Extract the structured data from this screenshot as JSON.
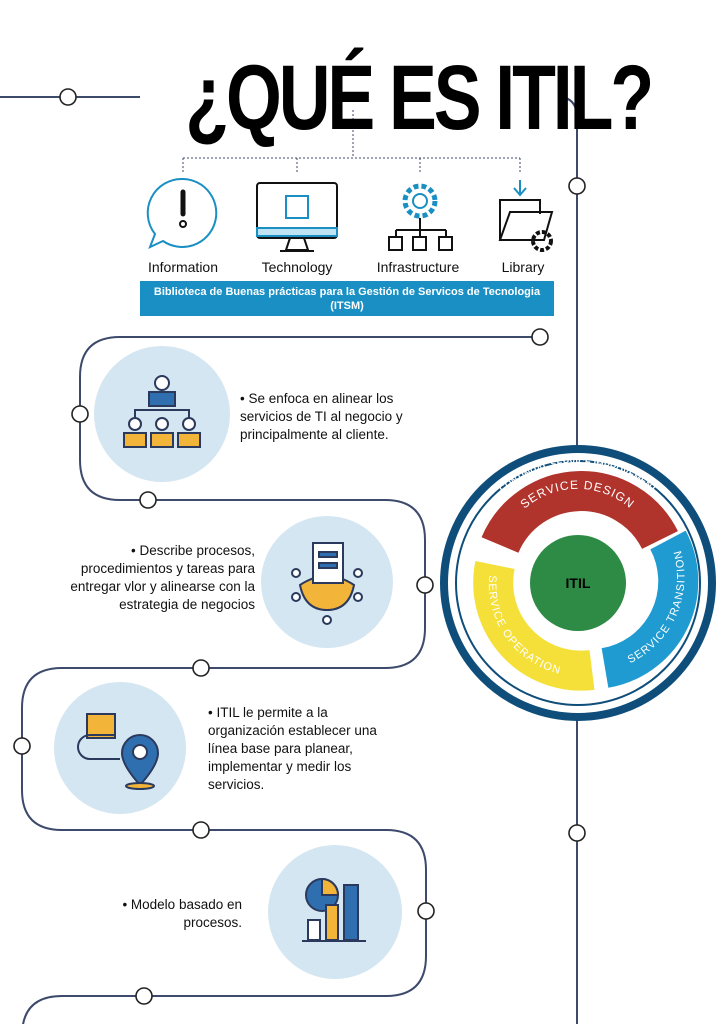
{
  "title": "¿QUÉ ES ITIL?",
  "pillars": [
    {
      "label": "Information",
      "icon": "info-bubble-icon"
    },
    {
      "label": "Technology",
      "icon": "monitor-chip-icon"
    },
    {
      "label": "Infrastructure",
      "icon": "gear-hierarchy-icon"
    },
    {
      "label": "Library",
      "icon": "folder-gear-icon"
    }
  ],
  "banner": "Biblioteca de Buenas prácticas para la Gestión de Servicos de Tecnologia (ITSM)",
  "points": [
    {
      "text": "• Se enfoca en alinear los servicios de TI al negocio y principalmente al cliente.",
      "icon": "org-chart-icon"
    },
    {
      "text": "• Describe procesos, procedimientos y tareas para entregar vlor y alinearse con  la estrategia de negocios",
      "icon": "server-network-icon"
    },
    {
      "text": "• ITIL le permite a la organización establecer una línea base para planear, implementar y medir los servicios.",
      "icon": "delivery-location-icon"
    },
    {
      "text": "• Modelo basado en procesos.",
      "icon": "chart-icon"
    }
  ],
  "cycle": {
    "outer": "CONTINUAL SERVICE IMPROVEMENT",
    "design": "SERVICE DESIGN",
    "transition": "SERVICE TRANSITION",
    "operation": "SERVICE OPERATION",
    "center": "ITIL"
  },
  "colors": {
    "line": "#3d4a6b",
    "blue": "#1a8fc3",
    "light": "#d4e6f1",
    "navy": "#0f4e7a",
    "red": "#b0332c",
    "cyan": "#1f9bd1",
    "yellow": "#f5e03a",
    "green": "#2e8b45"
  }
}
